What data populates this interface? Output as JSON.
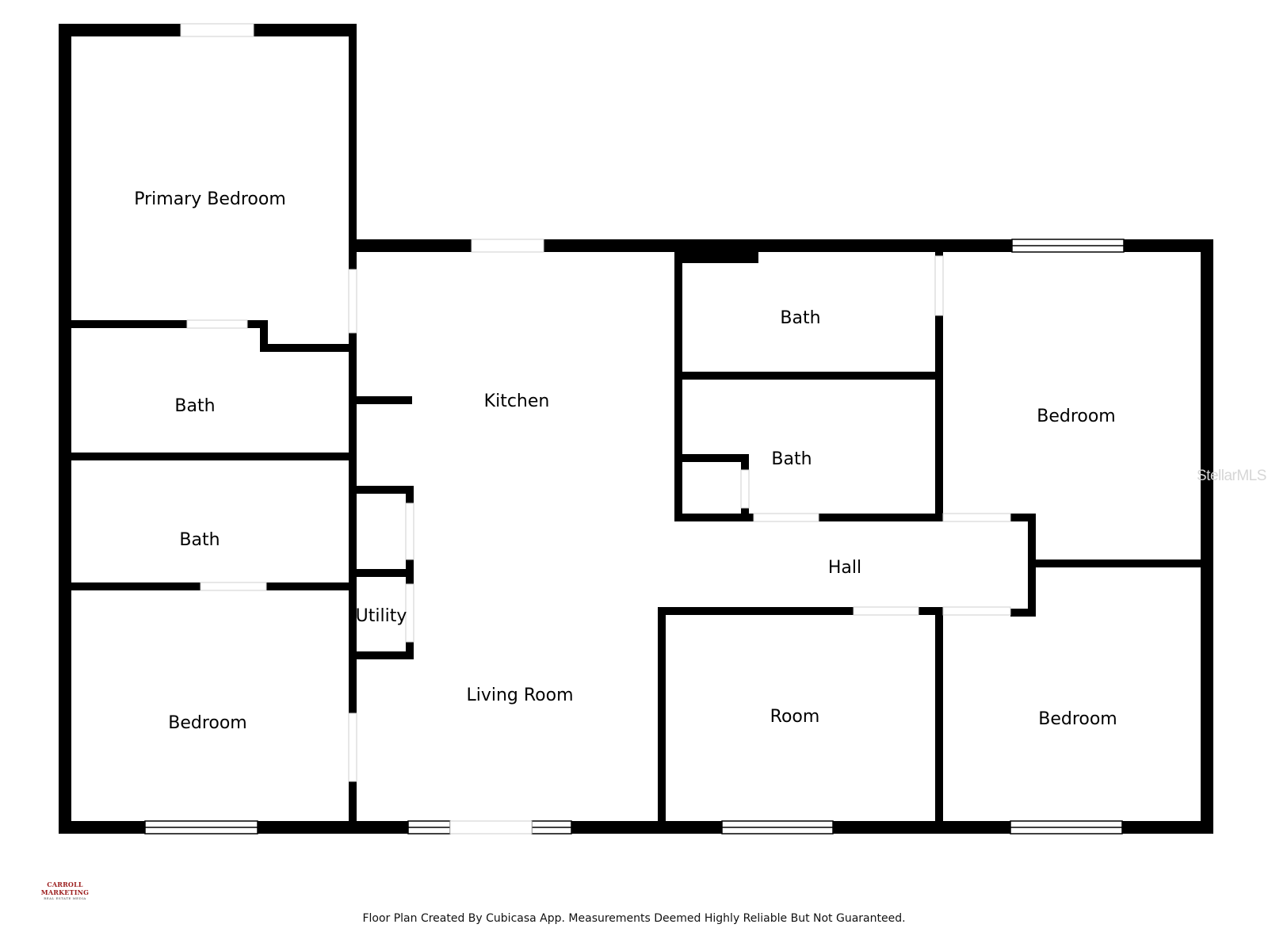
{
  "rooms": {
    "primary_bedroom": "Primary Bedroom",
    "bath_left_top": "Bath",
    "bath_left_bottom": "Bath",
    "bedroom_left": "Bedroom",
    "kitchen": "Kitchen",
    "utility": "Utility",
    "living_room": "Living Room",
    "bath_center_top": "Bath",
    "bath_center_bottom": "Bath",
    "hall": "Hall",
    "room": "Room",
    "bedroom_right_top": "Bedroom",
    "bedroom_right_bottom": "Bedroom"
  },
  "footer": {
    "disclaimer": "Floor Plan Created By Cubicasa App. Measurements Deemed Highly Reliable But Not Guaranteed."
  },
  "branding": {
    "company": "CARROLL MARKETING",
    "tagline": "REAL ESTATE MEDIA",
    "watermark": "StellarMLS"
  },
  "colors": {
    "wall": "#000000",
    "background": "#ffffff",
    "brand_red": "#9b1c1c",
    "watermark": "#d6d6d6"
  }
}
